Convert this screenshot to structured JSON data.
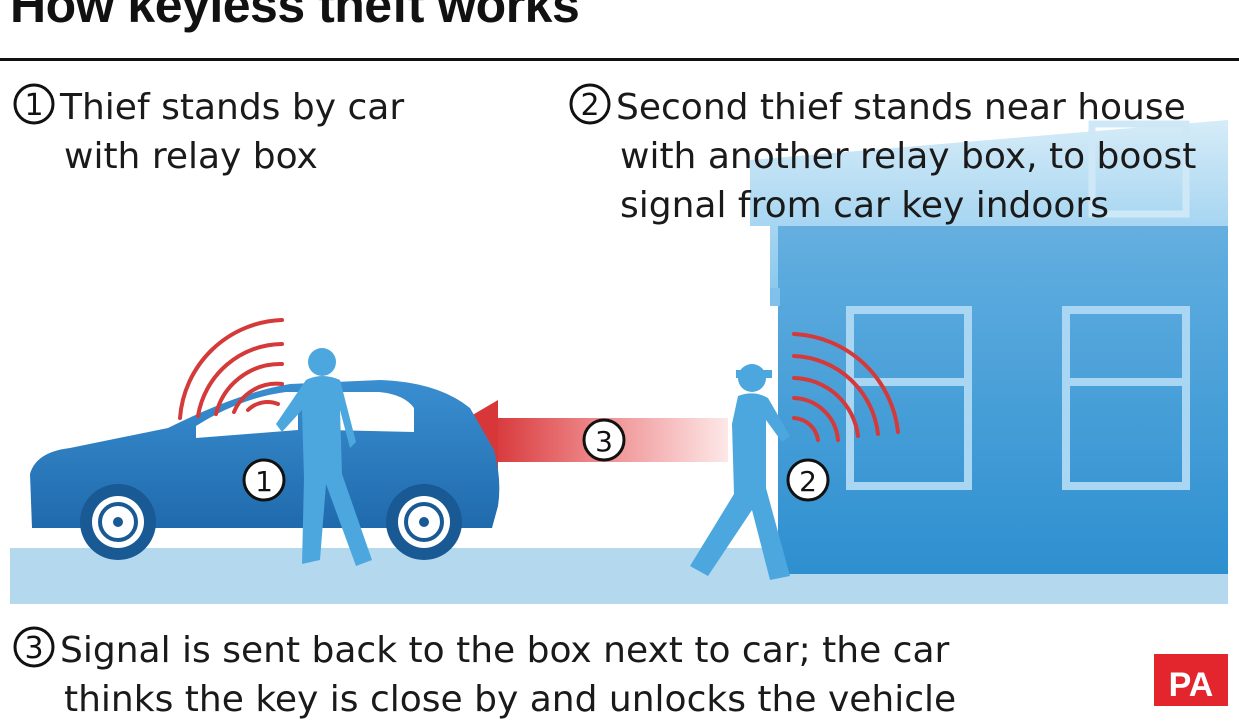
{
  "title": "How keyless theft works",
  "steps": [
    {
      "number": "1",
      "lines": [
        "Thief stands by car",
        "with relay box"
      ]
    },
    {
      "number": "2",
      "lines": [
        "Second thief stands near house",
        "with another relay box, to boost",
        "signal from car key indoors"
      ]
    },
    {
      "number": "3",
      "lines": [
        "Signal is sent back to the box next to car; the car",
        "thinks the key is close by and unlocks the vehicle"
      ]
    }
  ],
  "illustration_markers": [
    "1",
    "3",
    "2"
  ],
  "logo_text": "PA",
  "colors": {
    "signal_red": "#d43a3a",
    "car_blue": "#2a7bbd",
    "figure_blue": "#4ca7de",
    "house_blue": "#3d9fdb",
    "ground_blue": "#b4d9ef",
    "logo_red": "#e3262d"
  }
}
